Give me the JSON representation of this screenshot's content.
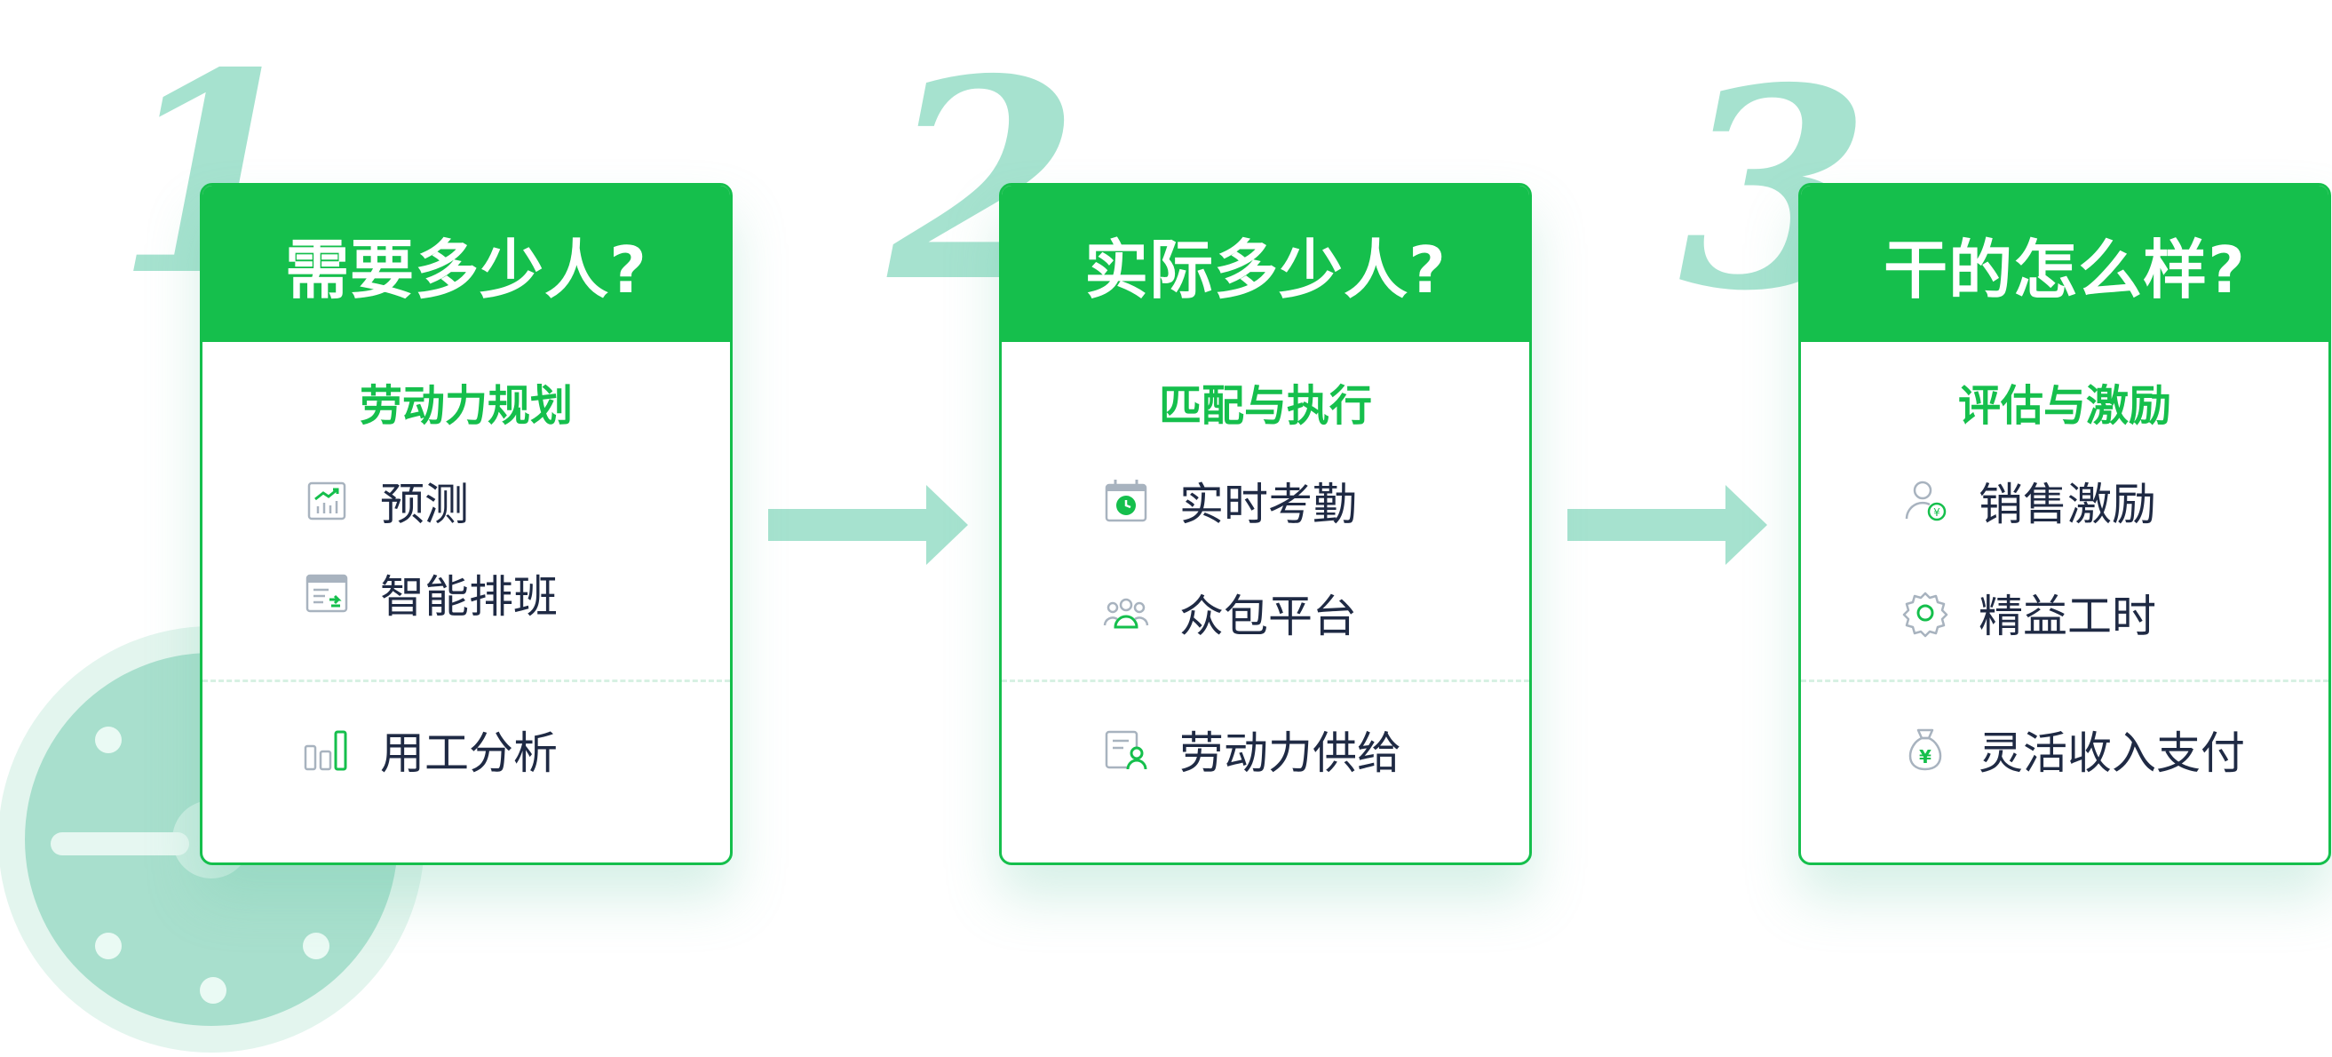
{
  "steps": [
    {
      "number": "1",
      "question": "需要多少人?",
      "subtitle": "劳动力规划",
      "items": [
        {
          "label": "预测",
          "icon": "trend-chart-icon"
        },
        {
          "label": "智能排班",
          "icon": "schedule-doc-icon"
        },
        {
          "label": "用工分析",
          "icon": "bar-chart-icon"
        }
      ]
    },
    {
      "number": "2",
      "question": "实际多少人?",
      "subtitle": "匹配与执行",
      "items": [
        {
          "label": "实时考勤",
          "icon": "calendar-clock-icon"
        },
        {
          "label": "众包平台",
          "icon": "group-people-icon"
        },
        {
          "label": "劳动力供给",
          "icon": "person-document-icon"
        }
      ]
    },
    {
      "number": "3",
      "question": "干的怎么样?",
      "subtitle": "评估与激励",
      "items": [
        {
          "label": "销售激励",
          "icon": "person-yen-icon"
        },
        {
          "label": "精益工时",
          "icon": "gear-icon"
        },
        {
          "label": "灵活收入支付",
          "icon": "money-bag-icon"
        }
      ]
    }
  ],
  "colors": {
    "primary_green": "#15bf4c",
    "mint": "#a6e2cf",
    "text_dark": "#1f2a44"
  }
}
